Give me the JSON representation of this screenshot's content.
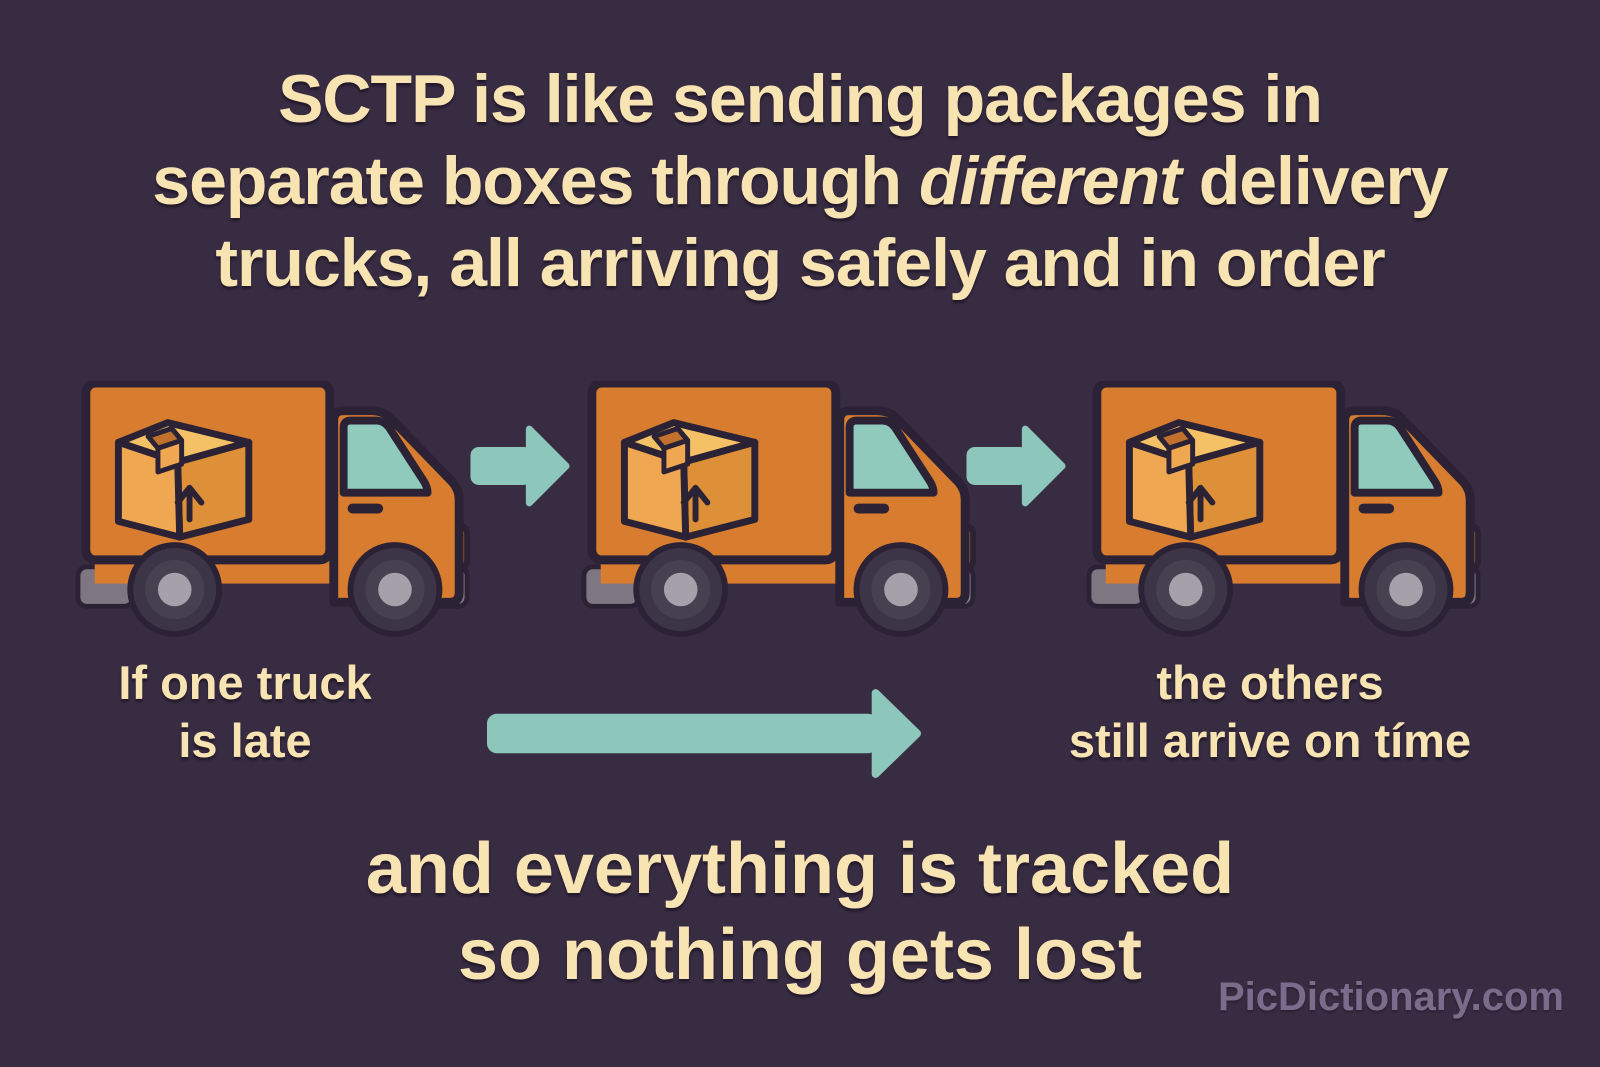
{
  "title": {
    "line1": "SCTP is like sending packages in",
    "line2_pre": "separate boxes through",
    "line2_italic": "different",
    "line2_post": "delivery",
    "line3": "trucks, all arriving safely and in order"
  },
  "labels": {
    "left_line1": "If one truck",
    "left_line2": "is late",
    "right_line1": "the others",
    "right_line2": "still arrive on tíme",
    "bottom_line1": "and everything is tracked",
    "bottom_line2": "so nothing gets lost"
  },
  "watermark": "PicDictionary.com",
  "icons": [
    "delivery-truck-icon",
    "package-box-icon",
    "flow-arrow-icon",
    "timeline-arrow-icon"
  ],
  "colors": {
    "bg": "#382c42",
    "cream": "#f8e4b2",
    "orange": "#d87c30",
    "outline": "#2b2335",
    "box-front": "#efa851",
    "box-side": "#dd9038",
    "box-top": "#f5c166",
    "tape": "#c1712d",
    "teal": "#8dc6ba",
    "window-teal": "#8fcabd",
    "bumper": "#7e7680",
    "tire": "#3c3447",
    "wheel-mid": "#474051",
    "hub": "#a5a0aa",
    "watermark": "#7b6c8c"
  }
}
